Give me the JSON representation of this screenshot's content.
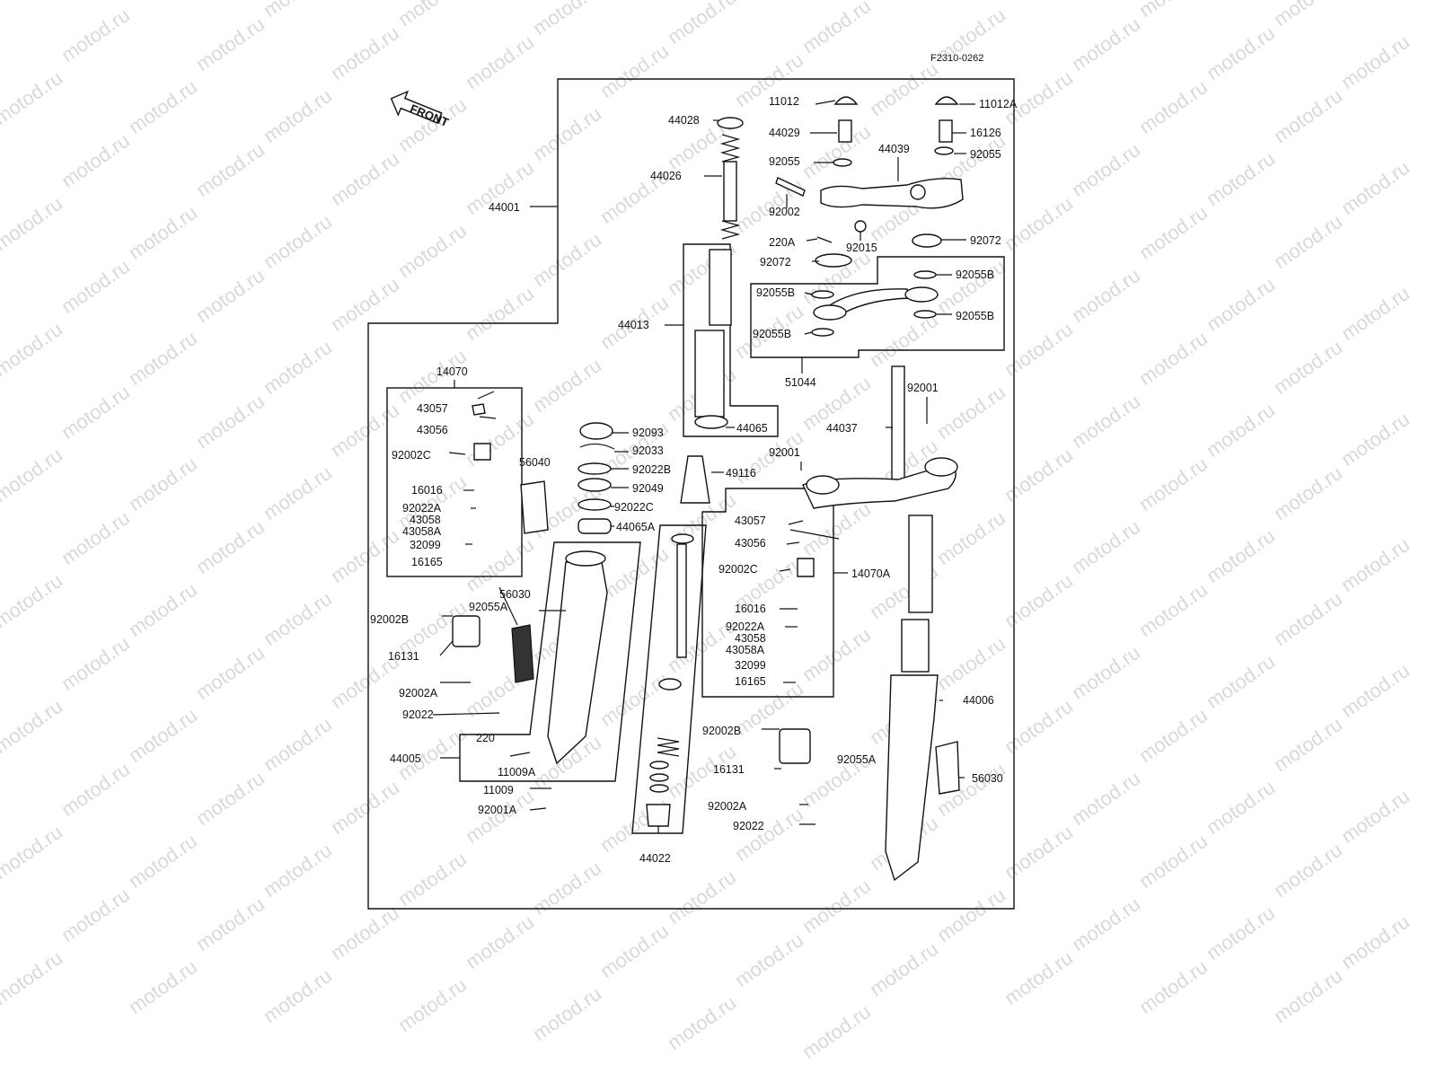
{
  "diagram": {
    "code": "F2310-0262",
    "front_label": "FRONT",
    "watermark": "motod.ru",
    "labels": [
      "11012",
      "11012A",
      "44028",
      "44029",
      "16126",
      "44039",
      "92055",
      "92055",
      "44026",
      "92002",
      "220A",
      "92015",
      "92072",
      "92072",
      "44001",
      "92055B",
      "92055B",
      "92055B",
      "92055B",
      "44013",
      "51044",
      "14070",
      "43057",
      "43056",
      "92002C",
      "56040",
      "16016",
      "92022A",
      "43058",
      "43058A",
      "32099",
      "16165",
      "44065",
      "92093",
      "92033",
      "92022B",
      "92049",
      "92022C",
      "44065A",
      "49116",
      "92001",
      "44037",
      "92001",
      "43057",
      "43056",
      "92002C",
      "14070A",
      "16016",
      "92022A",
      "43058",
      "43058A",
      "32099",
      "16165",
      "56030",
      "92055A",
      "92002B",
      "16131",
      "92002A",
      "92022",
      "220",
      "11009A",
      "44005",
      "11009",
      "92001A",
      "44022",
      "44006",
      "92002B",
      "92055A",
      "16131",
      "56030",
      "92002A",
      "92022"
    ]
  }
}
